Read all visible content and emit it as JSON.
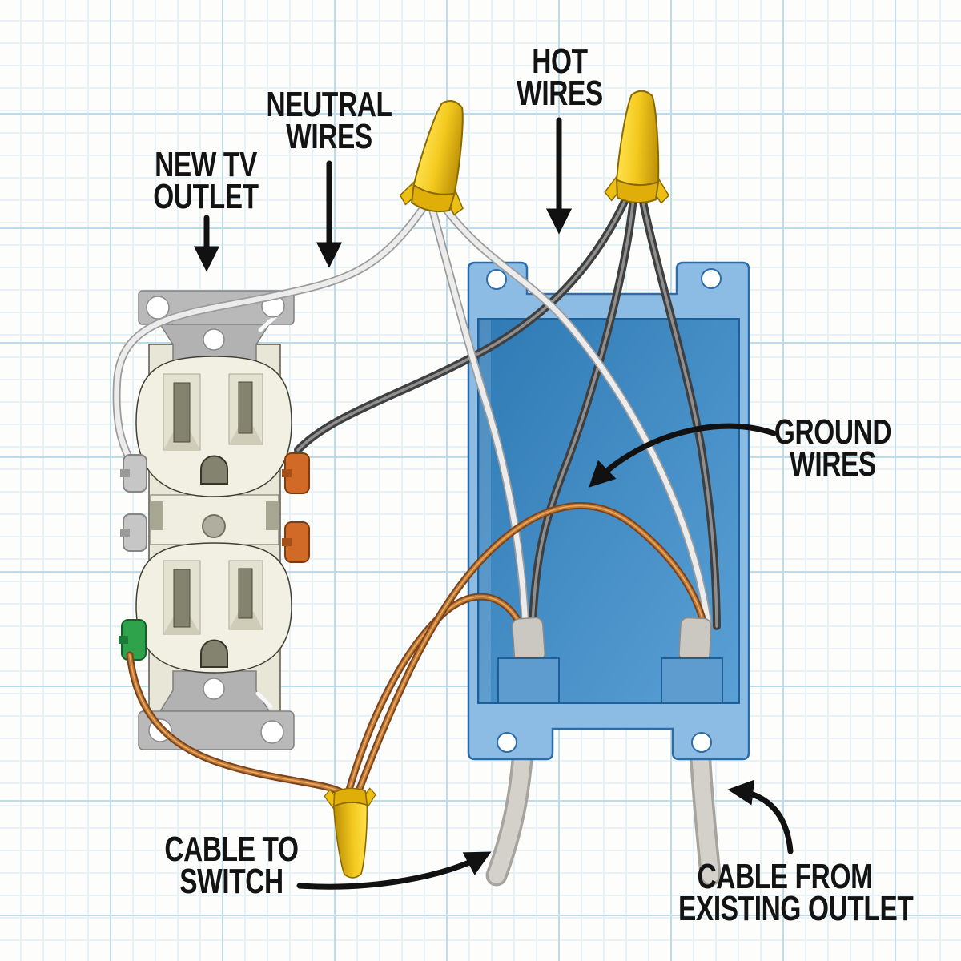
{
  "diagram": {
    "labels": {
      "new_tv_outlet": {
        "line1": "NEW TV",
        "line2": "OUTLET"
      },
      "neutral_wires": {
        "line1": "NEUTRAL",
        "line2": "WIRES"
      },
      "hot_wires": {
        "line1": "HOT",
        "line2": "WIRES"
      },
      "ground_wires": {
        "line1": "GROUND",
        "line2": "WIRES"
      },
      "cable_to_switch": {
        "line1": "CABLE TO",
        "line2": "SWITCH"
      },
      "cable_from_existing_outlet": {
        "line1": "CABLE FROM",
        "line2": "EXISTING OUTLET"
      }
    },
    "colors": {
      "grid_minor": "#e7f2f8",
      "grid_major": "#bcdcec",
      "box_flange_blue": "#8cbce4",
      "box_interior_blue": "#3f86c0",
      "box_outline_blue": "#2c6ca8",
      "wire_nut_yellow": "#f3c91e",
      "neutral_wire_white": "#ececec",
      "hot_wire_dark": "#3f3f3f",
      "ground_wire_copper": "#c07a36",
      "cable_sheath_gray": "#d2cfc9",
      "receptacle_ivory": "#f1f0e3",
      "mounting_strap_silver": "#b9b9b9",
      "terminal_screw_brass": "#d16a26",
      "terminal_screw_silver": "#c6c6c6",
      "ground_screw_green": "#2fa34c",
      "label_text": "#131313",
      "arrow_black": "#111111"
    }
  }
}
